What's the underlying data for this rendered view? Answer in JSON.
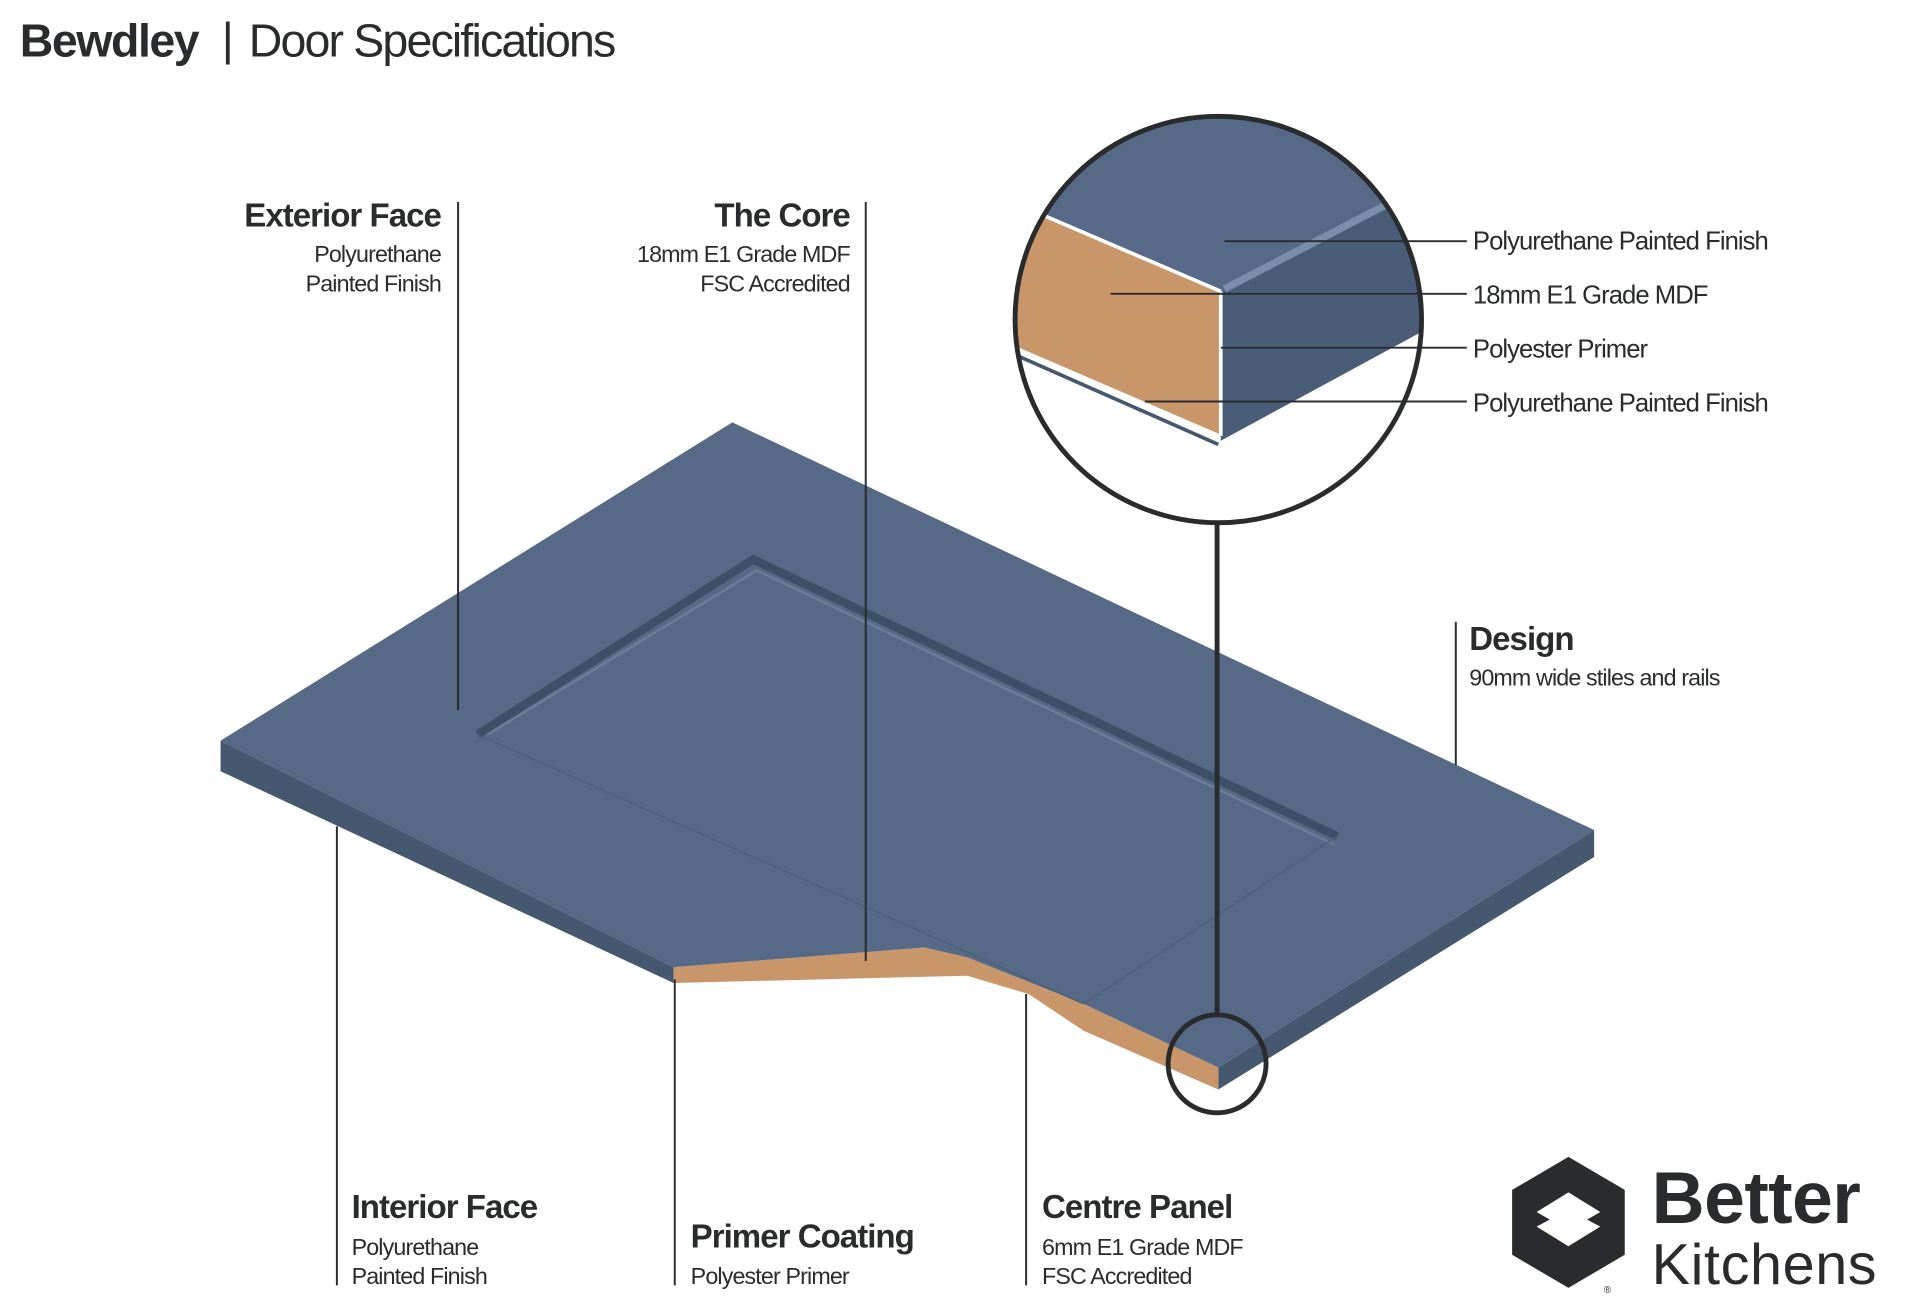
{
  "header": {
    "brand": "Bewdley",
    "separator": "|",
    "title": "Door Specifications"
  },
  "labels": {
    "exterior_face": {
      "title": "Exterior Face",
      "lines": [
        "Polyurethane",
        "Painted Finish"
      ]
    },
    "core": {
      "title": "The Core",
      "lines": [
        "18mm E1 Grade MDF",
        "FSC Accredited"
      ]
    },
    "design": {
      "title": "Design",
      "lines": [
        "90mm wide stiles and rails"
      ]
    },
    "interior_face": {
      "title": "Interior Face",
      "lines": [
        "Polyurethane",
        "Painted Finish"
      ]
    },
    "primer_coating": {
      "title": "Primer Coating",
      "lines": [
        "Polyester Primer"
      ]
    },
    "centre_panel": {
      "title": "Centre Panel",
      "lines": [
        "6mm E1 Grade MDF",
        "FSC Accredited"
      ]
    }
  },
  "magnifier_labels": [
    "Polyurethane Painted Finish",
    "18mm E1 Grade MDF",
    "Polyester Primer",
    "Polyurethane Painted Finish"
  ],
  "logo": {
    "line1": "Better",
    "line2": "Kitchens",
    "mark": "®"
  },
  "colors": {
    "paint": "#566a87",
    "paint_dark": "#45586f",
    "mdf": "#c9966a",
    "ink": "#2a2b2d"
  }
}
